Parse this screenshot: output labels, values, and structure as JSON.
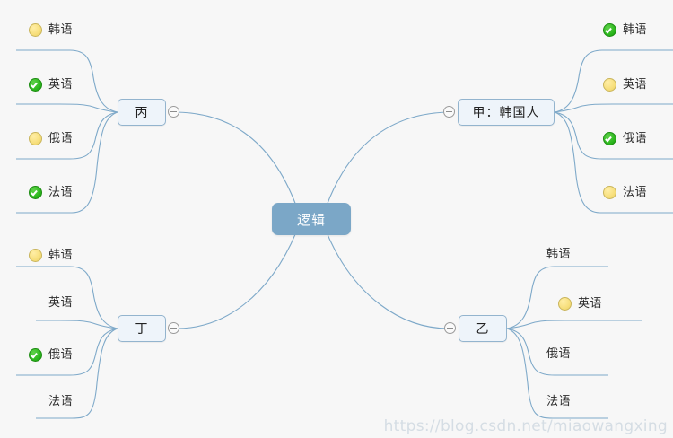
{
  "diagram": {
    "type": "mind-map",
    "background_color": "#f7f7f7",
    "link_color": "#7ea9c9",
    "root": {
      "label": "逻辑",
      "fill": "#7ba7c7",
      "text_color": "#ffffff"
    },
    "branches": [
      {
        "id": "bing",
        "label": "丙",
        "side": "left",
        "position": "top-left",
        "toggle": "collapse-minus",
        "children": [
          {
            "label": "韩语",
            "icon": "yellow-circle-icon"
          },
          {
            "label": "英语",
            "icon": "green-check-icon"
          },
          {
            "label": "俄语",
            "icon": "yellow-circle-icon"
          },
          {
            "label": "法语",
            "icon": "green-check-icon"
          }
        ]
      },
      {
        "id": "ding",
        "label": "丁",
        "side": "left",
        "position": "bottom-left",
        "toggle": "collapse-minus",
        "children": [
          {
            "label": "韩语",
            "icon": "yellow-circle-icon"
          },
          {
            "label": "英语",
            "icon": "none"
          },
          {
            "label": "俄语",
            "icon": "green-check-icon"
          },
          {
            "label": "法语",
            "icon": "none"
          }
        ]
      },
      {
        "id": "jia",
        "label": "甲：韩国人",
        "side": "right",
        "position": "top-right",
        "toggle": "collapse-minus",
        "children": [
          {
            "label": "韩语",
            "icon": "green-check-icon"
          },
          {
            "label": "英语",
            "icon": "yellow-circle-icon"
          },
          {
            "label": "俄语",
            "icon": "green-check-icon"
          },
          {
            "label": "法语",
            "icon": "yellow-circle-icon"
          }
        ]
      },
      {
        "id": "yi",
        "label": "乙",
        "side": "right",
        "position": "bottom-right",
        "toggle": "collapse-minus",
        "children": [
          {
            "label": "韩语",
            "icon": "none"
          },
          {
            "label": "英语",
            "icon": "yellow-circle-icon"
          },
          {
            "label": "俄语",
            "icon": "none"
          },
          {
            "label": "法语",
            "icon": "none"
          }
        ]
      }
    ],
    "watermark": "https://blog.csdn.net/miaowangxing"
  }
}
